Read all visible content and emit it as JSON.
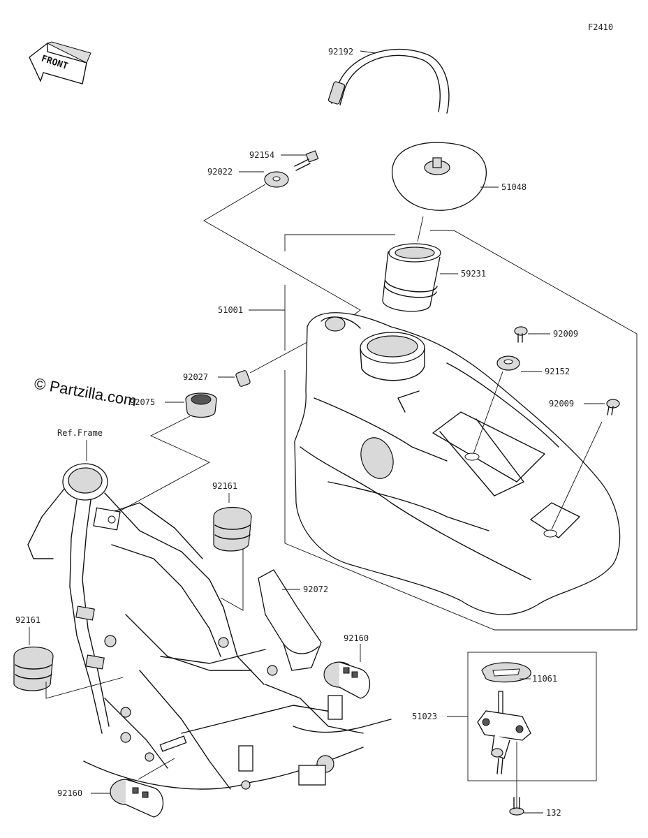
{
  "diagram_code": "F2410",
  "front_label": "FRONT",
  "watermark": "© Partzilla.com",
  "ref_frame": "Ref.Frame",
  "labels": {
    "p92192": "92192",
    "p92154": "92154",
    "p92022": "92022",
    "p51048": "51048",
    "p59231": "59231",
    "p51001": "51001",
    "p92009a": "92009",
    "p92152": "92152",
    "p92009b": "92009",
    "p92027": "92027",
    "p92075": "92075",
    "p92161a": "92161",
    "p92072": "92072",
    "p92161b": "92161",
    "p92160a": "92160",
    "p11061": "11061",
    "p51023": "51023",
    "p92160b": "92160",
    "p132": "132"
  }
}
